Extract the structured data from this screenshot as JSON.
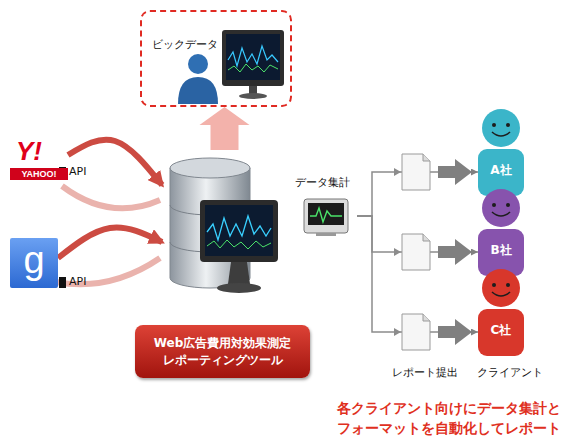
{
  "diagram": {
    "nodes": [
      {
        "text": [
          "ビックデータ"
        ]
      },
      {
        "text": [
          "Y!",
          "YAHOO!"
        ]
      },
      {
        "text": [
          "g"
        ]
      },
      {
        "text": [
          "Web広告費用対効果測定 レポーティングツール"
        ]
      },
      {
        "text": [
          "データ集計"
        ]
      },
      {
        "text": [
          "A社"
        ]
      },
      {
        "text": [
          "B社"
        ]
      },
      {
        "text": [
          "C社"
        ]
      }
    ],
    "edges": [
      {
        "from": 1,
        "to": 3,
        "arrow": "to"
      },
      {
        "from": 2,
        "to": 3,
        "arrow": "to"
      },
      {
        "from": 3,
        "to": 0,
        "arrow": "to"
      },
      {
        "from": 4,
        "to": 5,
        "arrow": "to"
      },
      {
        "from": 4,
        "to": 6,
        "arrow": "to"
      },
      {
        "from": 4,
        "to": 7,
        "arrow": "to"
      }
    ],
    "labels": [
      "API",
      "API",
      "レポート提出",
      "クライアント",
      "各クライアント向けにデータ集計と フォーマットを自動化してレポート"
    ]
  }
}
